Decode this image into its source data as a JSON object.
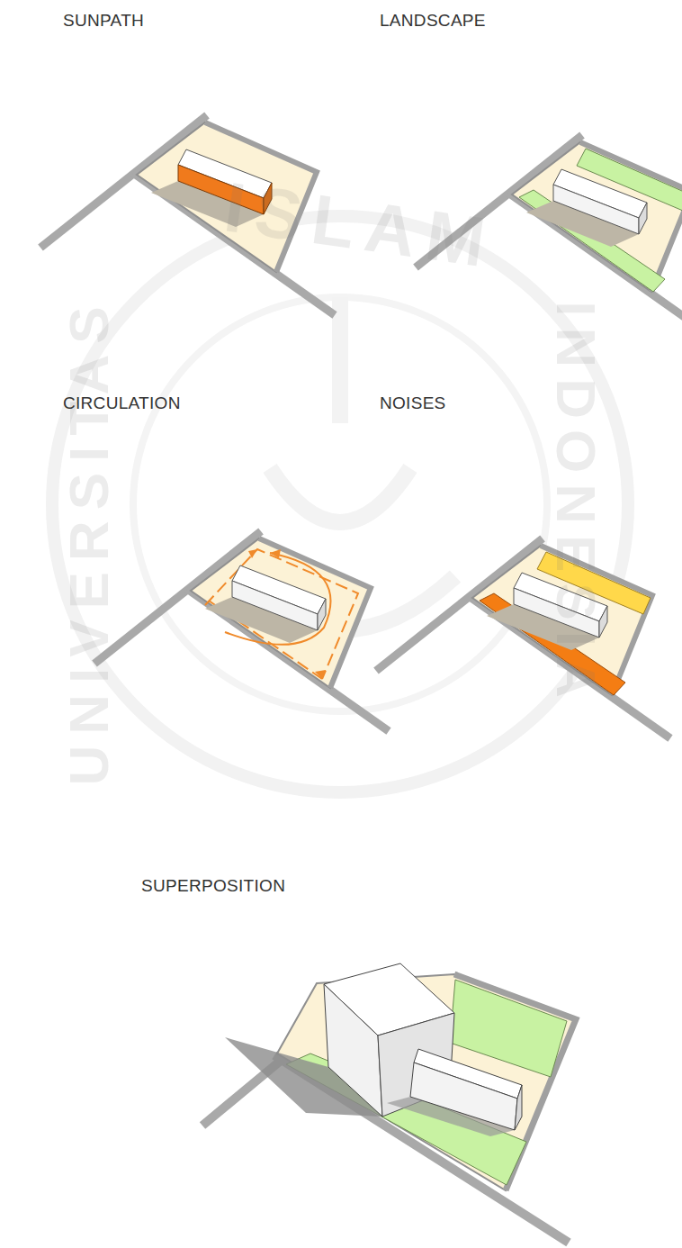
{
  "diagram": {
    "labels": [
      "SUNPATH",
      "LANDSCAPE",
      "CIRCULATION",
      "NOISES",
      "SUPERPOSITION",
      "ISLAM",
      "INDONESIA",
      "UNIVERSITAS"
    ]
  }
}
